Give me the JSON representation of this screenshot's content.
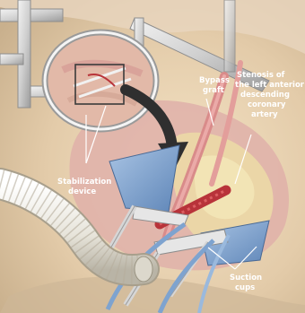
{
  "labels": {
    "bypass_graft": [
      "Bypass",
      "graft"
    ],
    "stenosis": [
      "Stenosis of",
      "the left anterior",
      "descending",
      "coronary",
      "artery"
    ],
    "stabilization_device": [
      "Stabilization",
      "device"
    ],
    "suction_cups": [
      "Suction",
      "cups"
    ]
  },
  "colors": {
    "tissue_base": "#e8d0b6",
    "heart_pink": "#d9a4a1",
    "frame_metal": "#dcdcdc",
    "artery_red": "#b8333a",
    "graft_pink": "#d88988",
    "tube_white": "#f0eee6",
    "blue_plastic": "#7ea3cf"
  },
  "icons": {
    "arrow": "curved-arrow-icon"
  }
}
